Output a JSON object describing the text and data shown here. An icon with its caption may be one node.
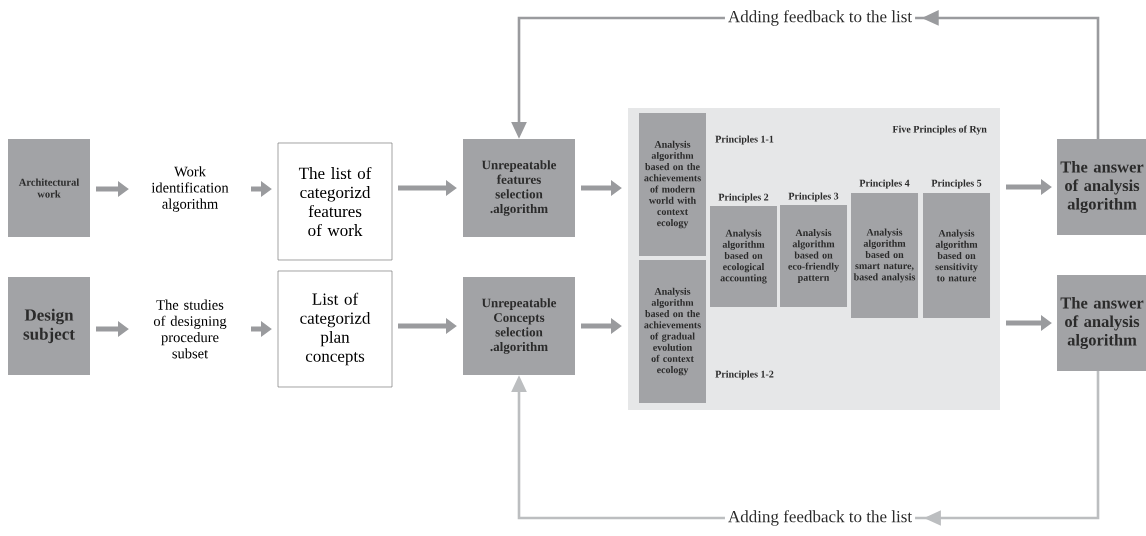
{
  "diagram": {
    "nodes": [
      {
        "text": [
          "Architectural work"
        ]
      },
      {
        "text": [
          "Work identification algorithm"
        ]
      },
      {
        "text": [
          "The list of categorizd features of work"
        ]
      },
      {
        "text": [
          "Unrepeatable features selection .algorithm"
        ]
      },
      {
        "text": [
          "Design subject"
        ]
      },
      {
        "text": [
          "The studies of designing procedure subset"
        ]
      },
      {
        "text": [
          "List of categorizd plan concepts"
        ]
      },
      {
        "text": [
          "Unrepeatable Concepts selection .algorithm"
        ]
      },
      {
        "text": [
          "Five Principles of Ryn"
        ]
      },
      {
        "text": [
          "Analysis algorithm based on the achievements of modern world with context ecology"
        ],
        "in": 8,
        "beside": [
          "Principles 1-1"
        ]
      },
      {
        "text": [
          "Analysis algorithm based on the achievements of gradual evolution of context ecology"
        ],
        "in": 8,
        "beside": [
          "Principles 1-2"
        ]
      },
      {
        "text": [
          "Analysis algorithm based on ecological accounting"
        ],
        "in": 8,
        "beside": [
          "Principles 2"
        ]
      },
      {
        "text": [
          "Analysis algorithm based on eco-friendly pattern"
        ],
        "in": 8,
        "beside": [
          "Principles 3"
        ]
      },
      {
        "text": [
          "Analysis algorithm based on smart nature, based analysis"
        ],
        "in": 8,
        "beside": [
          "Principles 4"
        ]
      },
      {
        "text": [
          "Analysis algorithm based on sensitivity to nature"
        ],
        "in": 8,
        "beside": [
          "Principles 5"
        ]
      },
      {
        "text": [
          "The answer of analysis algorithm"
        ]
      },
      {
        "text": [
          "The answer of analysis algorithm"
        ]
      }
    ],
    "edges": [
      {
        "from": 0,
        "to": 1,
        "arrow": "to"
      },
      {
        "from": 1,
        "to": 2,
        "arrow": "to"
      },
      {
        "from": 2,
        "to": 3,
        "arrow": "to"
      },
      {
        "from": 3,
        "to": 8,
        "arrow": "to"
      },
      {
        "from": 4,
        "to": 5,
        "arrow": "to"
      },
      {
        "from": 5,
        "to": 6,
        "arrow": "to"
      },
      {
        "from": 6,
        "to": 7,
        "arrow": "to"
      },
      {
        "from": 7,
        "to": 8,
        "arrow": "to"
      },
      {
        "from": 8,
        "to": 15,
        "arrow": "to"
      },
      {
        "from": 8,
        "to": 16,
        "arrow": "to"
      },
      {
        "from": 15,
        "to": 3,
        "arrow": "to",
        "label": "Adding feedback to the list"
      },
      {
        "from": 16,
        "to": 7,
        "arrow": "to",
        "label": "Adding feedback to the list",
        "color": "#bcbec0"
      }
    ]
  }
}
